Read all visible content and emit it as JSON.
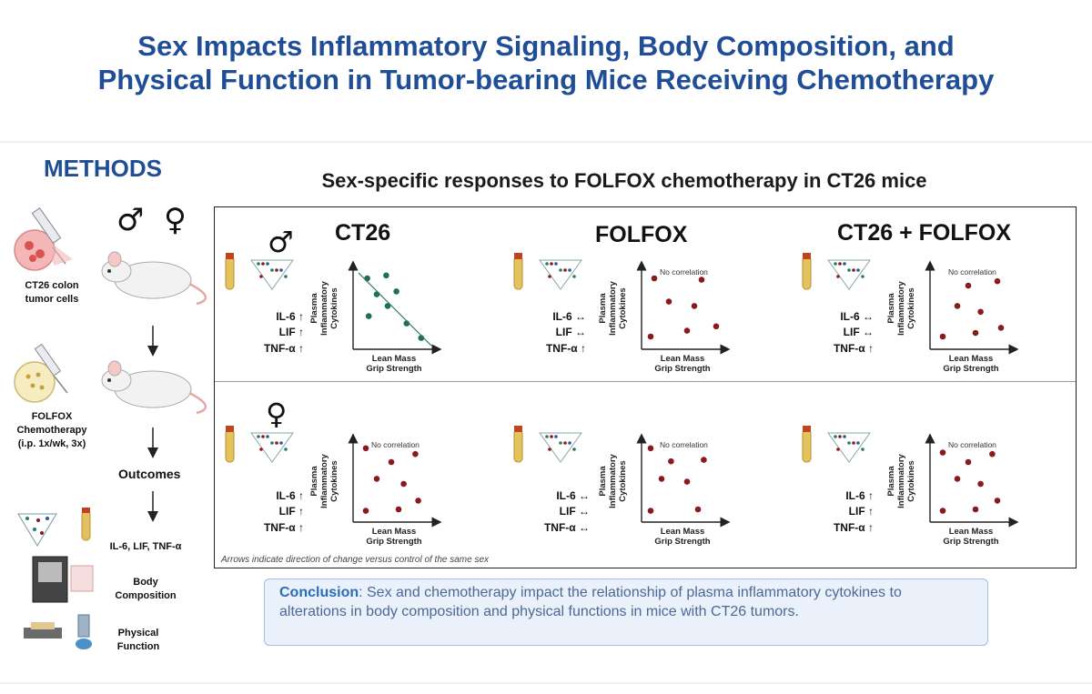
{
  "title": {
    "line1": "Sex Impacts Inflammatory Signaling, Body Composition, and",
    "line2": "Physical Function in Tumor-bearing Mice Receiving Chemotherapy"
  },
  "methods": {
    "heading": "METHODS",
    "ct26_label": "CT26 colon\ntumor cells",
    "folfox_label": "FOLFOX\nChemotherapy\n(i.p. 1x/wk, 3x)",
    "outcomes_label": "Outcomes",
    "outcome_items": [
      "IL-6, LIF, TNF-α",
      "Body\nComposition",
      "Physical\nFunction"
    ],
    "sex_symbols": [
      "♂",
      "♀"
    ]
  },
  "results": {
    "subtitle": "Sex-specific responses to FOLFOX chemotherapy in CT26 mice",
    "columns": [
      "CT26",
      "FOLFOX",
      "CT26 + FOLFOX"
    ],
    "row_symbols": [
      "♂",
      "♀"
    ],
    "y_axis_label": [
      "Plasma",
      "Inflammatory",
      "Cytokines"
    ],
    "x_axis_label": [
      "Lean Mass",
      "Grip Strength"
    ],
    "no_correlation_text": "No correlation",
    "footnote": "Arrows indicate direction of change versus control of the same sex",
    "panels": [
      {
        "id": "male-ct26",
        "cytokines": [
          "IL-6 ↑",
          "LIF ↑",
          "TNF-α ↑"
        ],
        "correlation": "negative",
        "dot_color": "#1f6e57"
      },
      {
        "id": "male-folfox",
        "cytokines": [
          "IL-6 ↔",
          "LIF ↔",
          "TNF-α ↑"
        ],
        "correlation": "none",
        "dot_color": "#8b1a1a"
      },
      {
        "id": "male-combo",
        "cytokines": [
          "IL-6 ↔",
          "LIF ↔",
          "TNF-α ↑"
        ],
        "correlation": "none",
        "dot_color": "#8b1a1a"
      },
      {
        "id": "female-ct26",
        "cytokines": [
          "IL-6 ↑",
          "LIF ↑",
          "TNF-α ↑"
        ],
        "correlation": "none",
        "dot_color": "#8b1a1a"
      },
      {
        "id": "female-folfox",
        "cytokines": [
          "IL-6 ↔",
          "LIF ↔",
          "TNF-α ↔"
        ],
        "correlation": "none",
        "dot_color": "#8b1a1a"
      },
      {
        "id": "female-combo",
        "cytokines": [
          "IL-6 ↑",
          "LIF ↑",
          "TNF-α ↑"
        ],
        "correlation": "none",
        "dot_color": "#8b1a1a"
      }
    ]
  },
  "conclusion": {
    "label": "Conclusion",
    "text": ": Sex and chemotherapy impact the relationship of plasma inflammatory cytokines to alterations in body composition and physical functions in mice with CT26 tumors."
  }
}
